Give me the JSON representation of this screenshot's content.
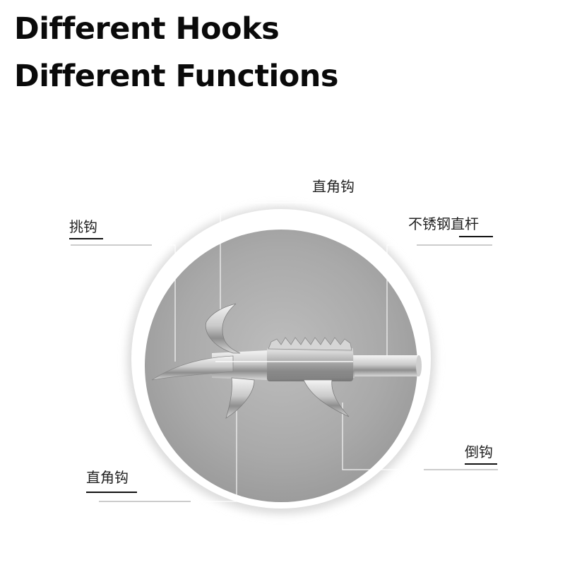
{
  "heading": {
    "line1": "Different Hooks",
    "line2": "Different Functions"
  },
  "callouts": {
    "right_angle_hook_top": "直角钩",
    "pick_hook": "挑钩",
    "stainless_steel_rod": "不锈钢直杆",
    "barb_hook": "倒钩",
    "right_angle_hook_bottom": "直角钩"
  }
}
